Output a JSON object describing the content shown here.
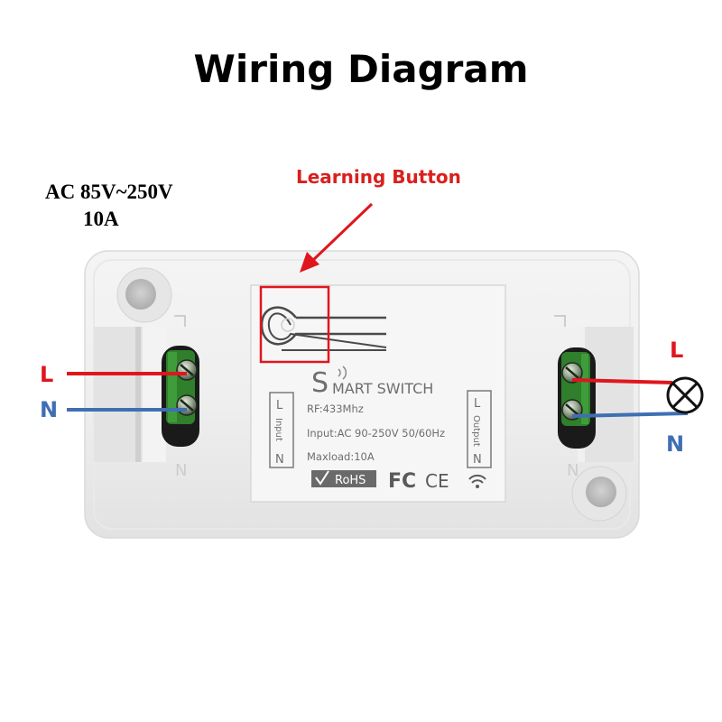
{
  "title": "Wiring Diagram",
  "specs": {
    "voltage": "AC 85V~250V",
    "current": "10A"
  },
  "learning_button_label": "Learning Button",
  "wires": {
    "input_live": "L",
    "input_neutral": "N",
    "output_live": "L",
    "output_neutral": "N"
  },
  "device_label": {
    "brand_initial": "S",
    "brand_rest": "MART SWITCH",
    "rf": "RF:433Mhz",
    "input_spec": "Input:AC 90-250V 50/60Hz",
    "maxload": "Maxload:10A",
    "rohs": "RoHS",
    "fc": "FC",
    "ce": "CE",
    "input_box": {
      "top": "L",
      "middle": "Input",
      "bottom": "N"
    },
    "output_box": {
      "top": "L",
      "middle": "Output",
      "bottom": "N"
    }
  },
  "housing_marks": {
    "left_bottom": "N",
    "right_bottom": "N"
  },
  "colors": {
    "live": "#e1151d",
    "neutral": "#3f6fb3",
    "annotation": "#d9201e"
  }
}
